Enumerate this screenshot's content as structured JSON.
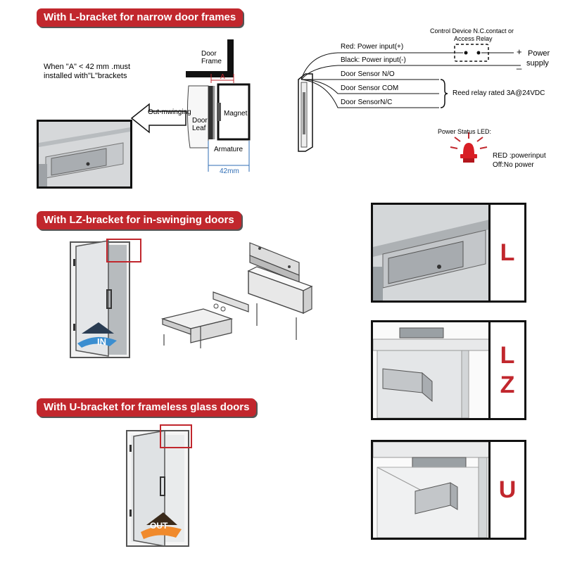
{
  "section_l": {
    "title": "With L-bracket for narrow door frames",
    "note_line1": "When \"A\" < 42 mm .must",
    "note_line2": "installed with\"L\"brackets",
    "door_frame_line1": "Door",
    "door_frame_line2": "Frame",
    "a_label": "A",
    "out_swinging": "Out-mwinging",
    "door_leaf_line1": "Door",
    "door_leaf_line2": "Leaf",
    "magnet": "Magnet",
    "armature": "Armature",
    "dim_42": "42mm"
  },
  "wiring": {
    "control_device_line1": "Control Device N.C.contact or",
    "control_device_line2": "Access Relay",
    "plus": "+",
    "minus": "_",
    "power_line1": "Power",
    "power_line2": "supply",
    "wires": [
      "Red: Power input(+)",
      "Black: Power input(-)",
      "Door Sensor N/O",
      "Door Sensor COM",
      "Door SensorN/C"
    ],
    "reed_relay": "Reed relay rated 3A@24VDC",
    "led_title": "Power Status LED:",
    "led_red": "RED :powerinput",
    "led_off": "Off:No power"
  },
  "section_lz": {
    "title": "With LZ-bracket for in-swinging doors",
    "in_label": "IN"
  },
  "section_u": {
    "title": "With U-bracket for frameless glass doors",
    "out_label": "OUT"
  },
  "side_letters": {
    "l": "L",
    "lz_line1": "L",
    "lz_line2": "Z",
    "u": "U"
  },
  "colors": {
    "accent_red": "#c1272d",
    "bracket_blue": "#2f6db5"
  }
}
